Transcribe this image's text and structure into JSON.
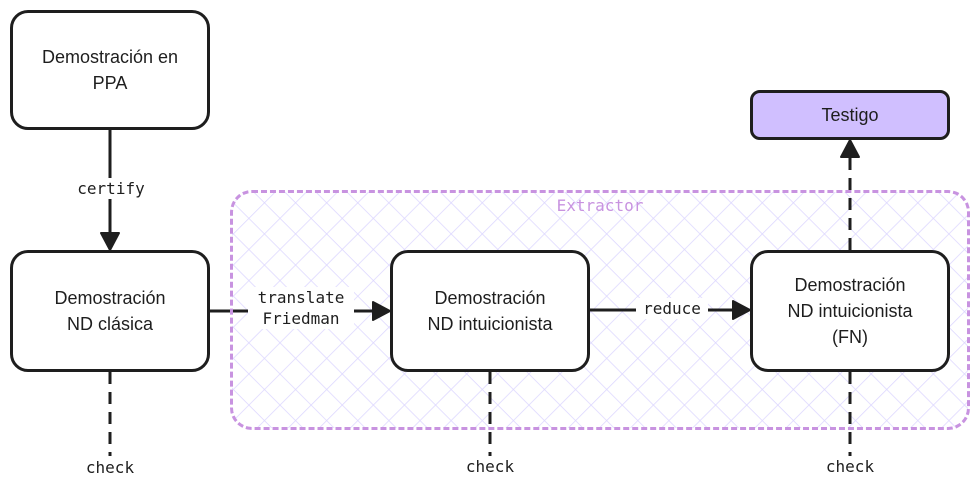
{
  "group": {
    "label": "Extractor"
  },
  "nodes": {
    "ppa": [
      "Demostración en",
      "PPA"
    ],
    "nd_clasica": [
      "Demostración",
      "ND clásica"
    ],
    "nd_intuicionista": [
      "Demostración",
      "ND intuicionista"
    ],
    "nd_intuicionista_fn": [
      "Demostración",
      "ND intuicionista",
      "(FN)"
    ],
    "testigo": [
      "Testigo"
    ]
  },
  "edges": {
    "certify": "certify",
    "translate": [
      "translate",
      "Friedman"
    ],
    "reduce": "reduce"
  },
  "checks": [
    "check",
    "check",
    "check"
  ],
  "colors": {
    "stroke": "#1e1e1e",
    "group_border": "#c893e0",
    "group_hatch": "#dcd6ff",
    "testigo_fill": "#d0bfff"
  }
}
